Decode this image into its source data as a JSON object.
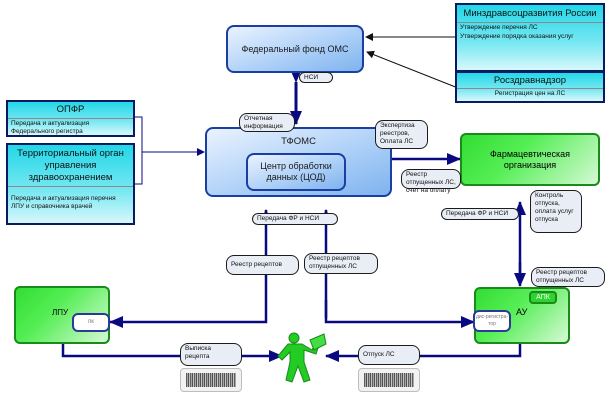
{
  "nodes": {
    "ffoms": {
      "label": "Федеральный фонд ОМС"
    },
    "minzdrav": {
      "title": "Минздравсоцразвития России",
      "functions": [
        "Утверждение перечня ЛС",
        "Утверждение порядка оказания услуг"
      ]
    },
    "roszdrav": {
      "title": "Росздравнадзор",
      "function": "Регистрация цен на ЛС"
    },
    "opfr": {
      "title": "ОПФР",
      "function": "Передача и актуализация Федерального регистра"
    },
    "territorial": {
      "title": "Территориальный орган управления здравоохранением",
      "function": "Передача и актуализация перечня ЛПУ и справочника врачей"
    },
    "tfoms": {
      "label": "ТФОМС"
    },
    "cod": {
      "label": "Центр обработки данных (ЦОД)"
    },
    "pharma": {
      "label": "Фармацевтическая организация"
    },
    "lpu": {
      "label": "ЛПУ",
      "pc_label": "пк"
    },
    "au": {
      "label": "АУ",
      "apk_label": "АПК",
      "reader_label": "дис-регистра-тор"
    }
  },
  "flows": {
    "nsi": "НСИ",
    "report_info": "Отчетная информация",
    "expertise": "Экспертиза реестров, Оплата ЛС",
    "dispensed_register_invoice": "Реестр отпущенных ЛС, счет на оплату",
    "fr_nsi_pharma": "Передача ФР и НСИ",
    "control": "Контроль отпуска, оплата услуг отпуска",
    "fr_nsi_center": "Передача ФР и НСИ",
    "recipe_register": "Реестр рецептов",
    "dispensed_recipe_register": "Реестр рецептов отпущенных ЛС",
    "dispensed_recipe_register_au": "Реестр рецептов отпущенных ЛС",
    "prescription_issue": "Выписка рецепта",
    "drug_dispense": "Отпуск ЛС"
  },
  "icons": {
    "patient": "person-with-prescription-icon",
    "barcode": "barcode-icon"
  },
  "colors": {
    "arrow": "#0a0a80",
    "blue_border": "#1b3fa0",
    "green_fill": "#33dd33",
    "cyan_fill": "#22d7e8"
  }
}
